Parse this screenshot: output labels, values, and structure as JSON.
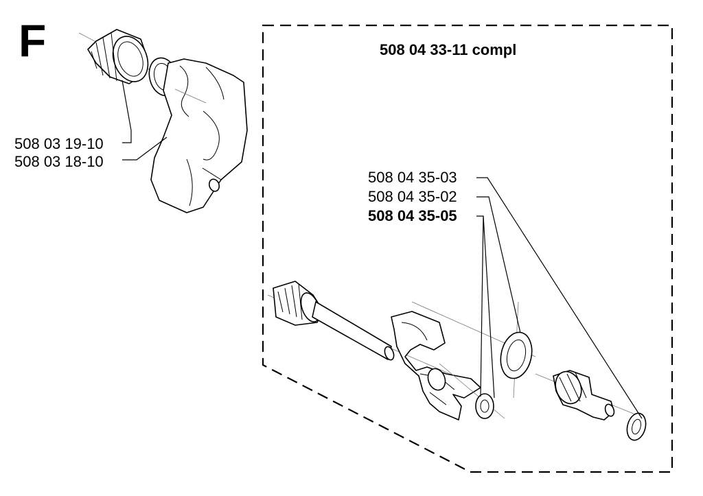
{
  "section_letter": "F",
  "kit_label": "508 04 33-11 compl",
  "callouts": {
    "oil_cap": "508 03 19-10",
    "oil_cap_housing": "508 03 18-10",
    "washer_far_right": "508 04 35-03",
    "washer_middle": "508 04 35-02",
    "washer_small": "508 04 35-05"
  },
  "colors": {
    "ink": "#000000",
    "background": "#ffffff"
  }
}
